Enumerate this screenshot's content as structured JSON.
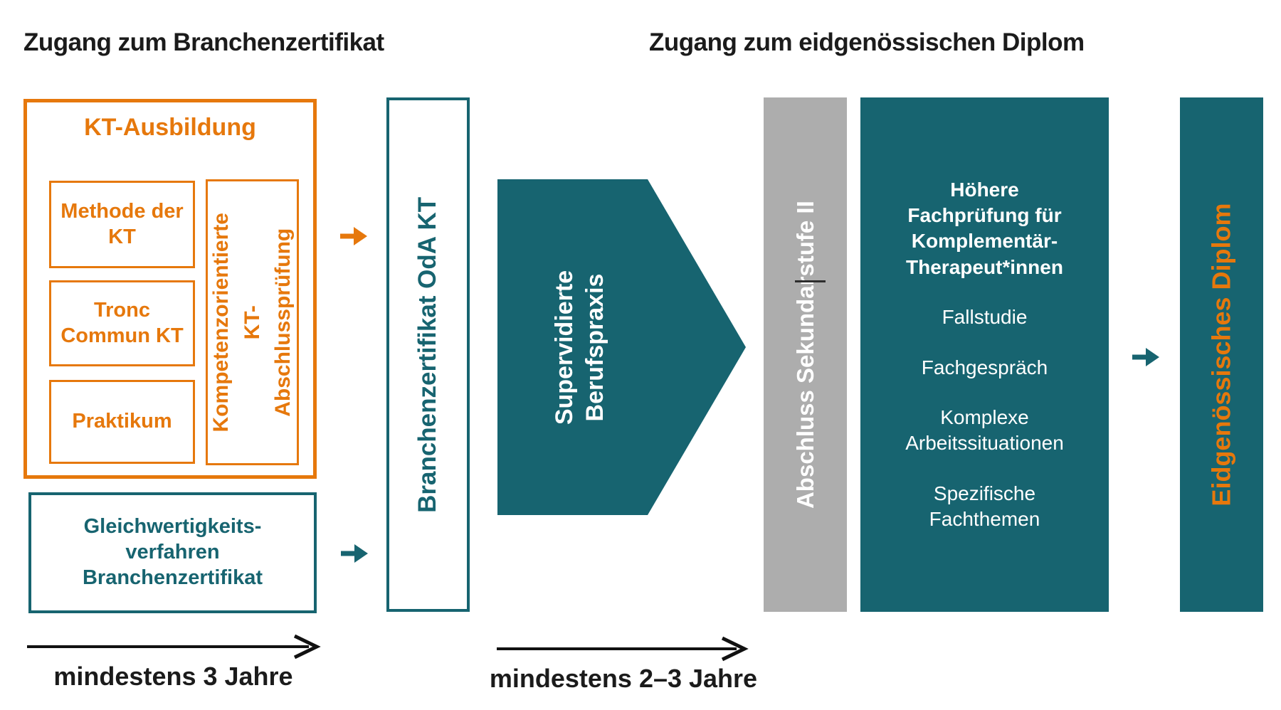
{
  "colors": {
    "orange": "#E6780C",
    "teal": "#176470",
    "gray": "#ADADAD",
    "text_dark": "#1B1B1B",
    "white": "#FFFFFF"
  },
  "headings": {
    "left": "Zugang zum Branchenzertifikat",
    "right": "Zugang zum eidgenössischen Diplom"
  },
  "kt_box": {
    "title": "KT-Ausbildung",
    "methode": "Methode der KT",
    "tronc": "Tronc\nCommun KT",
    "praktikum": "Praktikum",
    "pruefung": "Kompetenzorientierte\nKT-Abschlussprüfung"
  },
  "gleichwertigkeit_box": {
    "label": "Gleichwertigkeits-\nverfahren\nBranchenzertifikat"
  },
  "branchenzertifikat_bar": {
    "label": "Branchenzertifikat OdA KT"
  },
  "berufspraxis_pentagon": {
    "label": "Supervidierte\nBerufspraxis"
  },
  "sekundarstufe_bar": {
    "label": "Abschluss Sekundarstufe II"
  },
  "hf_box": {
    "title": "Höhere\nFachprüfung für\nKomplementär-\nTherapeut*innen",
    "items": [
      "Fallstudie",
      "Fachgespräch",
      "Komplexe\nArbeitssituationen",
      "Spezifische\nFachthemen"
    ]
  },
  "diplom_bar": {
    "label": "Eidgenössisches Diplom"
  },
  "timelines": {
    "left": "mindestens 3 Jahre",
    "right": "mindestens 2–3 Jahre"
  },
  "icons": {
    "small_arrows": [
      "orange-arrow-icon",
      "teal-arrow-icon",
      "teal-arrow-icon"
    ],
    "timeline_arrows": [
      "timeline-arrow-icon",
      "timeline-arrow-icon"
    ]
  }
}
